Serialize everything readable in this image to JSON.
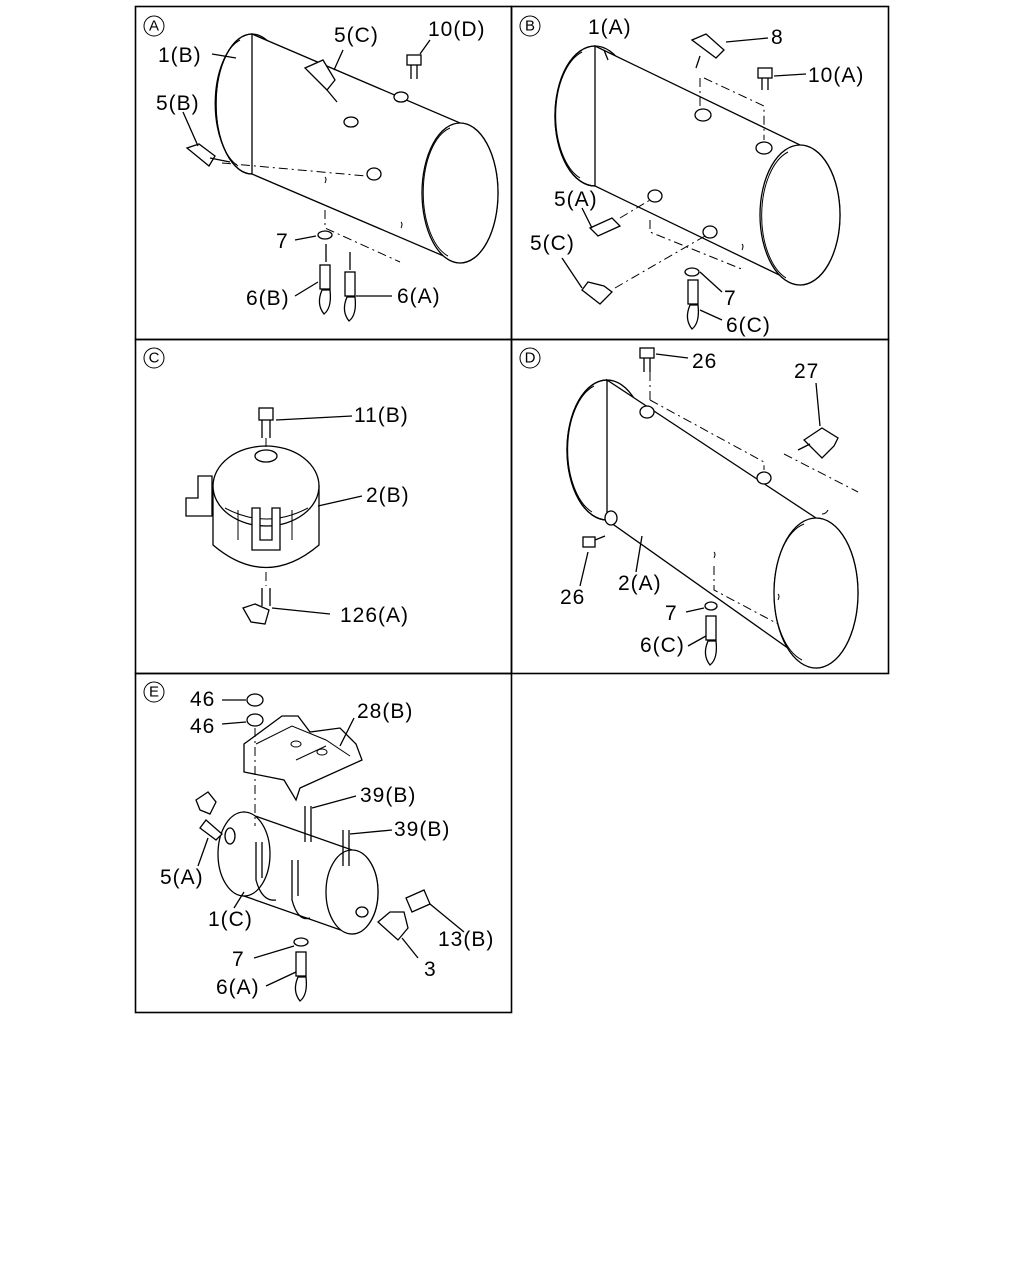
{
  "panels": [
    {
      "id": "A",
      "letter": "A",
      "callouts": [
        "1(B)",
        "5(C)",
        "10(D)",
        "5(B)",
        "7",
        "6(B)",
        "6(A)"
      ]
    },
    {
      "id": "B",
      "letter": "B",
      "callouts": [
        "1(A)",
        "8",
        "10(A)",
        "5(A)",
        "5(C)",
        "7",
        "6(C)"
      ]
    },
    {
      "id": "C",
      "letter": "C",
      "callouts": [
        "11(B)",
        "2(B)",
        "126(A)"
      ]
    },
    {
      "id": "D",
      "letter": "D",
      "callouts": [
        "26",
        "27",
        "26",
        "2(A)",
        "7",
        "6(C)"
      ]
    },
    {
      "id": "E",
      "letter": "E",
      "callouts": [
        "46",
        "46",
        "28(B)",
        "39(B)",
        "39(B)",
        "5(A)",
        "1(C)",
        "7",
        "6(A)",
        "3",
        "13(B)"
      ]
    }
  ]
}
